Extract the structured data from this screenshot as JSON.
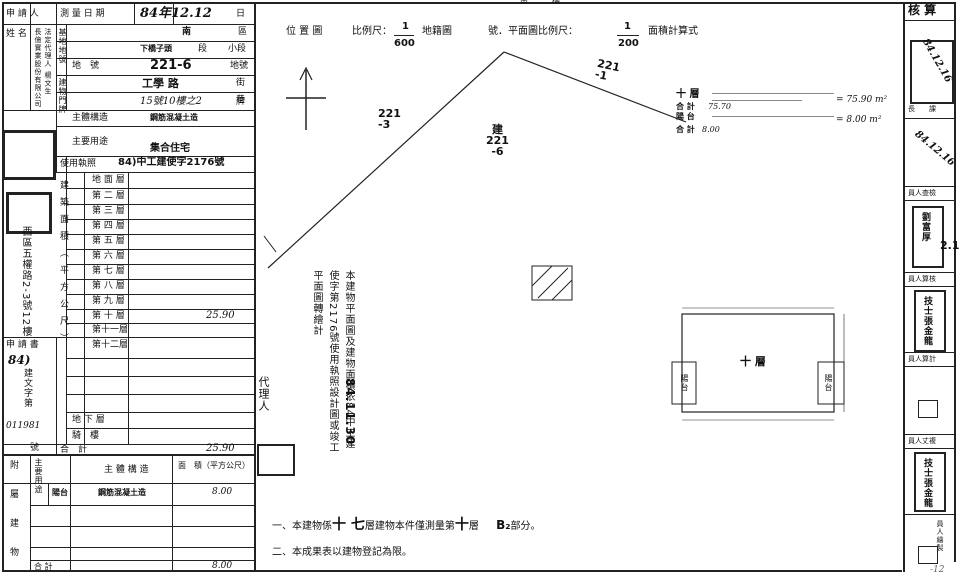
{
  "top": {
    "label": "南　　　樓"
  },
  "left_table": {
    "applicant": "申 請 人",
    "name": "姓 名",
    "survey_date_label": "測 量 日 期",
    "survey_date": "84年12.12",
    "day_unit": "日",
    "district": "南",
    "district_unit": "區",
    "construction_label": "基地地號",
    "section": "下橋子頭",
    "section_unit": "段",
    "subsection_unit": "小段",
    "parcel_label": "地　號",
    "parcel_no": "221-6",
    "parcel_unit": "地號",
    "door_label": "建物門牌",
    "street": "工學 路",
    "street_unit": "街",
    "lane_unit": "巷",
    "door_no": "15號10樓之2",
    "door_unit": "牌",
    "owner_rep": "法定代理人 楊文生",
    "company": "長億實業股份有限公司",
    "structure_label": "主體構造",
    "structure": "鋼筋混凝土造",
    "use_label": "主要用途",
    "use": "集合住宅",
    "permit_label": "使用執照",
    "permit": "84)中工建使字2176號",
    "area_label": "建築面積（平方公尺）",
    "floors": [
      "地 面 層",
      "第 二 層",
      "第 三 層",
      "第 四 層",
      "第 五 層",
      "第 六 層",
      "第 七 層",
      "第 八 層",
      "第 九 層",
      "第 十 層",
      "第十一層",
      "第十二層"
    ],
    "floor10_area": "25.90",
    "basement": "地 下 層",
    "arcade": "騎　樓",
    "total_label": "合　計",
    "total": "25.90",
    "side_addr": "西區五權路2-3號12樓",
    "apply_label": "申 請 書",
    "apply_year": "84)",
    "apply_no_label": "建文字第",
    "apply_no": "011981",
    "apply_no_suffix": "號",
    "annex_label": "附屬建物",
    "annex_use_label": "主要用途",
    "annex_struct_label": "主 體 構 造",
    "annex_area_label": "面　積（平方公尺）",
    "annex_use": "陽台",
    "annex_struct": "鋼筋混凝土造",
    "annex_area": "8.00",
    "annex_total_label": "合 計",
    "annex_total": "8.00"
  },
  "drawing": {
    "location_label": "位 置 圖",
    "scale1_label": "比例尺：",
    "scale1_num": "1",
    "scale1_den": "600",
    "map_no_label": "地籍圖",
    "map_no_suffix": "號．平面圖比例尺：",
    "scale2_num": "1",
    "scale2_den": "200",
    "area_calc": "面積計算式",
    "lot_a": "221\n-1",
    "lot_b": "221\n-3",
    "lot_c": "建\n221\n-6",
    "calc_floor": "十 層",
    "calc_sum": "合 計",
    "calc_sum_val": "75.70",
    "calc_balcony": "陽 台",
    "calc_total": "合 計",
    "calc_total_val": "8.00",
    "calc_eq1": "= 75.90 m²",
    "calc_eq2": "= 8.00 m²",
    "note_vertical": "本建物平面圖及建物面積依84中工建使字第2176號使用執照設計圖或竣工平面圖轉繪計",
    "note_date": "84.11.30",
    "agent": "代理人",
    "floor_plan": "十 層",
    "balcony_left": "陽台",
    "balcony_right": "陽台",
    "note1_pre": "一、本建物係",
    "note1_floors": "十 七",
    "note1_mid": "層建物本件僅測量第",
    "note1_floor": "十",
    "note1_post": "層",
    "note1_tail": "部分。",
    "note1_b": "B₂",
    "note2": "二、本成果表以建物登記為限。"
  },
  "right_col": {
    "top_label": "核 算",
    "date1": "84.12.16",
    "label1": "長　　課",
    "date2": "84.12.16",
    "label2": "員人查檢",
    "stamp_checker": "劉富厚",
    "label3": "員人算核",
    "stamp_calc": "技士張金龍",
    "label4": "員人算計",
    "label5": "員人丈複",
    "stamp_survey": "技士張金龍",
    "label6": "員人繪製",
    "side_num": "2.1"
  },
  "corner": "-12"
}
